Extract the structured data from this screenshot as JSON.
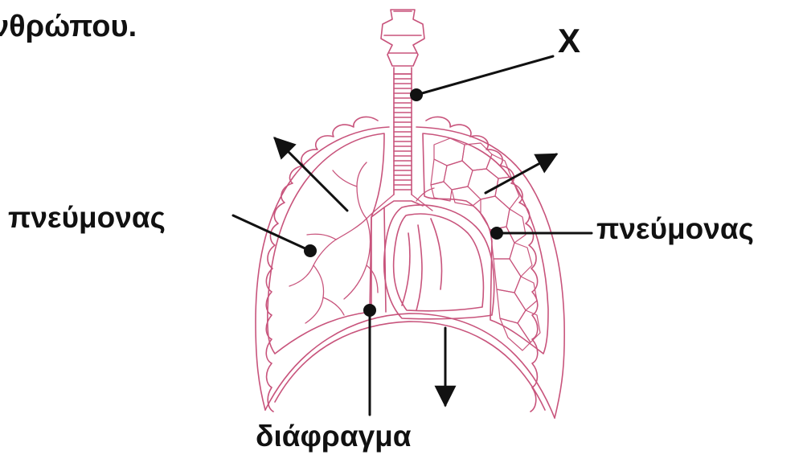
{
  "title_fragment": "νθρώπου.",
  "labels": {
    "x": "X",
    "lung_left": "πνεύμονας",
    "lung_right": "πνεύμονας",
    "diaphragm": "διάφραγμα"
  },
  "colors": {
    "anatomy_stroke": "#c8547c",
    "leader_lines": "#111111",
    "text": "#111111",
    "background": "#ffffff"
  }
}
